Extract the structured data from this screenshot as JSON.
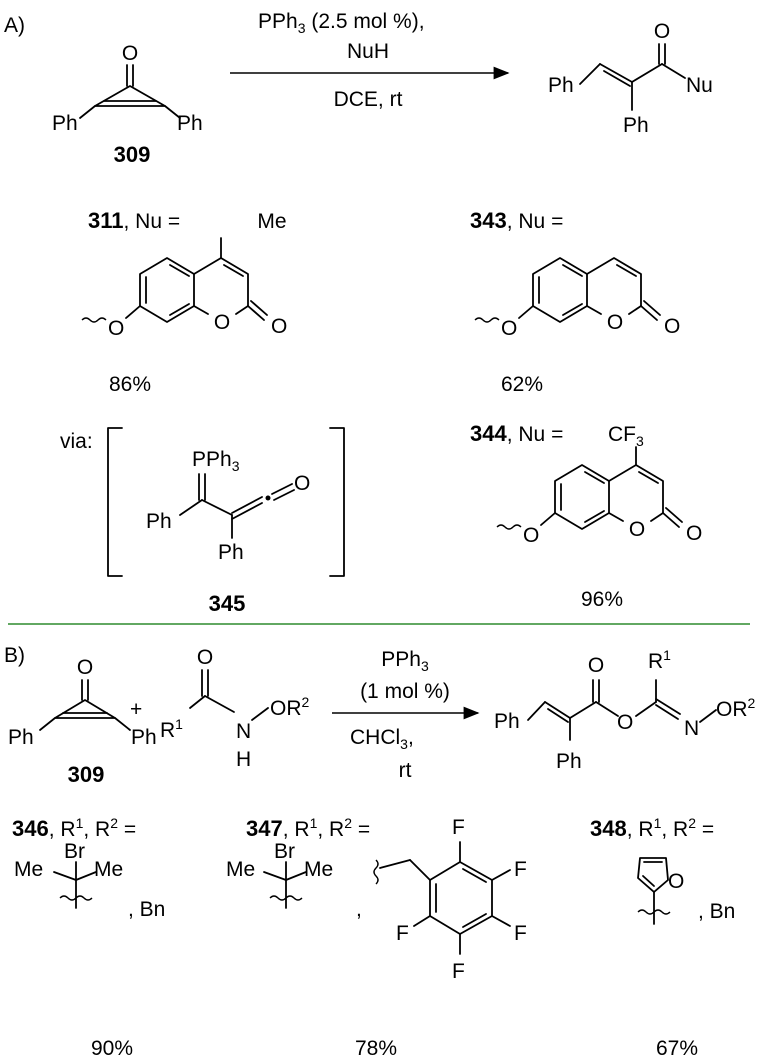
{
  "panels": {
    "a": {
      "label": "A)",
      "reactant": {
        "compound_no": "309",
        "sub_left": "Ph",
        "sub_right": "Ph",
        "oxygen": "O"
      },
      "conditions": [
        "PPh",
        "(2.5 mol %),",
        "NuH",
        "DCE, rt"
      ],
      "conditions_sub": "3",
      "product": {
        "ph1": "Ph",
        "ph2": "Ph",
        "nu": "Nu",
        "oxygen": "O"
      },
      "examples": [
        {
          "compound_no": "311",
          "label_suffix": ", Nu =",
          "substituent": "Me",
          "yield": "86%"
        },
        {
          "compound_no": "343",
          "label_suffix": ", Nu =",
          "substituent": "",
          "yield": "62%"
        },
        {
          "compound_no": "344",
          "label_suffix": ", Nu =",
          "substituent": "CF",
          "substituent_sub": "3",
          "yield": "96%"
        }
      ],
      "intermediate": {
        "via_label": "via:",
        "compound_no": "345",
        "pph": "PPh",
        "pph_sub": "3",
        "ph1": "Ph",
        "ph2": "Ph",
        "oxygen": "O"
      }
    },
    "b": {
      "label": "B)",
      "reactant": {
        "compound_no": "309",
        "sub_left": "Ph",
        "sub_right": "Ph",
        "oxygen": "O"
      },
      "plus": "+",
      "reagent2": {
        "r1": "R",
        "r1_sup": "1",
        "nh": "N",
        "h": "H",
        "or2": "OR",
        "or2_sup": "2",
        "oxygen": "O"
      },
      "conditions": [
        "PPh",
        "(1 mol %)",
        "CHCl",
        ",",
        "rt"
      ],
      "conditions_sub": [
        "3",
        "3"
      ],
      "product": {
        "ph1": "Ph",
        "ph2": "Ph",
        "oxygen": "O",
        "oxygen2": "O",
        "r1": "R",
        "r1_sup": "1",
        "n": "N",
        "or2": "OR",
        "or2_sup": "2"
      },
      "examples": [
        {
          "compound_no": "346",
          "label": ", R",
          "sup1": "1",
          "mid": ", R",
          "sup2": "2",
          "eq": " =",
          "yield": "90%",
          "groups": [
            "Br",
            "Me",
            "Me",
            ", Bn"
          ]
        },
        {
          "compound_no": "347",
          "label": ", R",
          "sup1": "1",
          "mid": ", R",
          "sup2": "2",
          "eq": " =",
          "yield": "78%",
          "groups": [
            "Br",
            "Me",
            "Me",
            ","
          ],
          "fluorines": [
            "F",
            "F",
            "F",
            "F",
            "F"
          ]
        },
        {
          "compound_no": "348",
          "label": ", R",
          "sup1": "1",
          "mid": ", R",
          "sup2": "2",
          "eq": " =",
          "yield": "67%",
          "groups": [
            "O",
            ", Bn"
          ]
        }
      ]
    }
  },
  "colors": {
    "divider": "#2e8b2e",
    "ink": "#000000"
  }
}
